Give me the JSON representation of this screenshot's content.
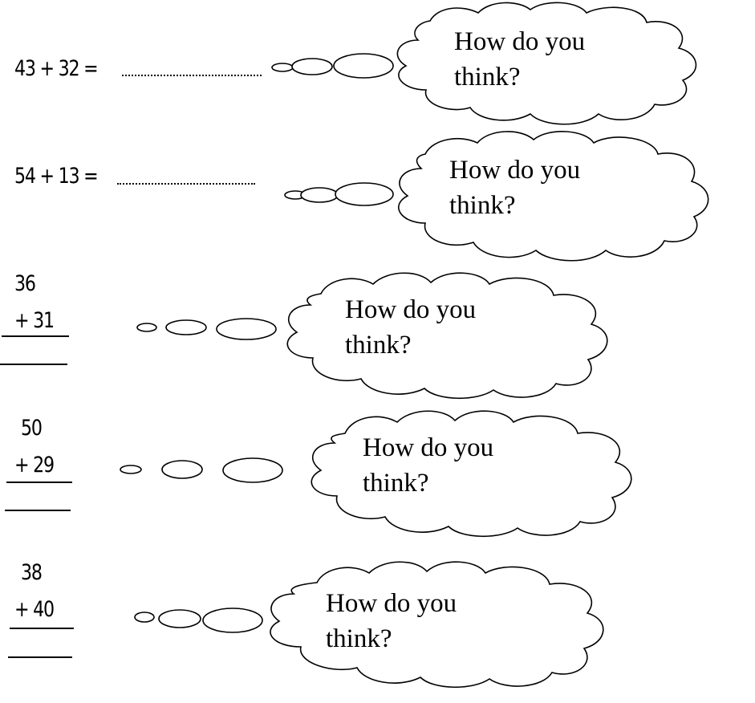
{
  "problems": [
    {
      "layout": "horizontal",
      "expression": "43 + 32 =",
      "prompt_line1": "How do you",
      "prompt_line2": "think?"
    },
    {
      "layout": "horizontal",
      "expression": "54 + 13 =",
      "prompt_line1": "How do you",
      "prompt_line2": "think?"
    },
    {
      "layout": "vertical",
      "top": "36",
      "bottom": "+ 31",
      "prompt_line1": "How do you",
      "prompt_line2": "think?"
    },
    {
      "layout": "vertical",
      "top": "50",
      "bottom": "+ 29",
      "prompt_line1": "How do you",
      "prompt_line2": "think?"
    },
    {
      "layout": "vertical",
      "top": "38",
      "bottom": "+ 40",
      "prompt_line1": "How do you",
      "prompt_line2": "think?"
    }
  ],
  "icons": [
    "thought-bubble-icon"
  ]
}
